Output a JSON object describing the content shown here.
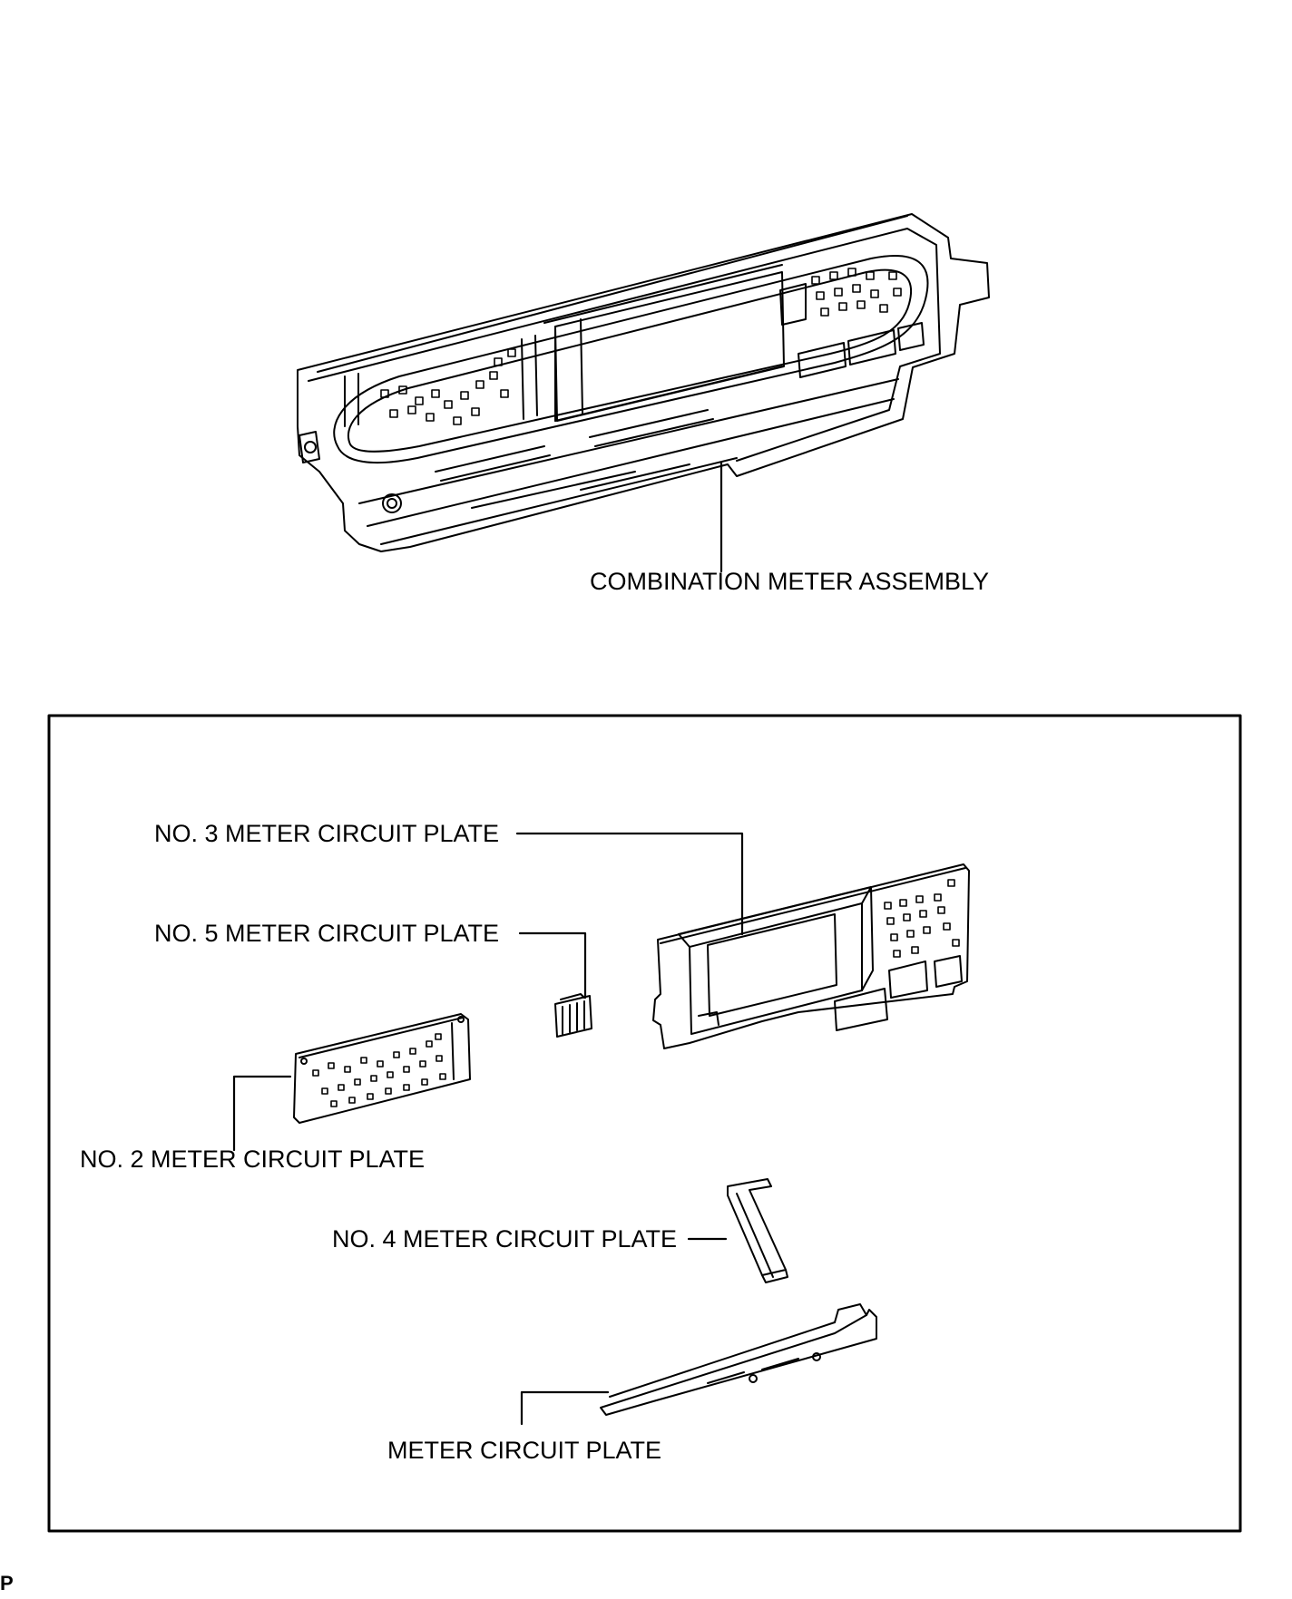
{
  "labels": {
    "combination_meter_assembly": "COMBINATION METER ASSEMBLY",
    "no3_plate": "NO. 3 METER CIRCUIT PLATE",
    "no5_plate": "NO. 5 METER CIRCUIT PLATE",
    "no2_plate": "NO. 2 METER CIRCUIT PLATE",
    "no4_plate": "NO. 4 METER CIRCUIT PLATE",
    "meter_plate": "METER CIRCUIT PLATE"
  },
  "figure_code": "P"
}
